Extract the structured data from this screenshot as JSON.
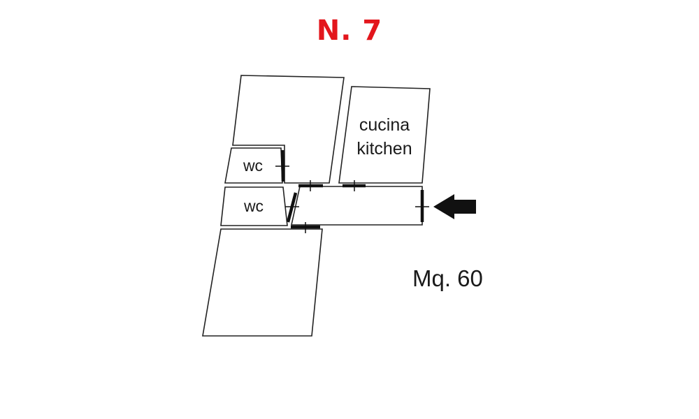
{
  "title": "N. 7",
  "rooms": {
    "kitchen": {
      "label_it": "cucina",
      "label_en": "kitchen"
    },
    "wc_upper": {
      "label": "wc"
    },
    "wc_lower": {
      "label": "wc"
    }
  },
  "area_label": "Mq. 60",
  "entrance_icon": "arrow-left-icon",
  "colors": {
    "title": "#e3161c",
    "lines": "#222222",
    "arrow": "#111111"
  }
}
